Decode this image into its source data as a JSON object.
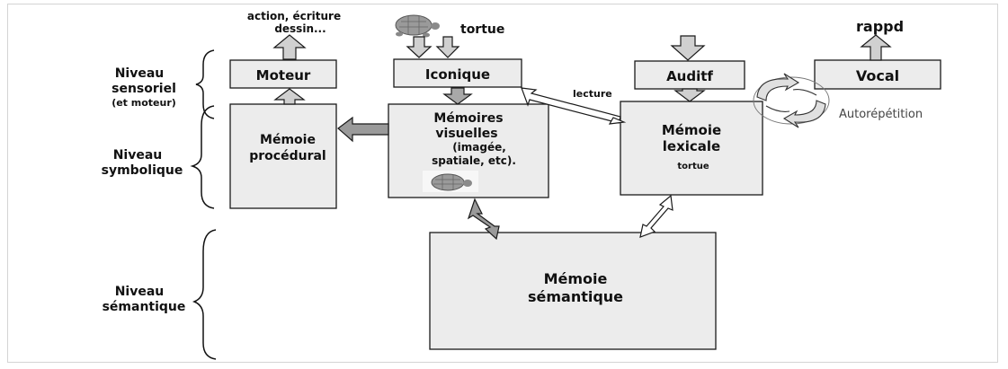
{
  "levels": {
    "sensoriel": {
      "line1": "Niveau",
      "line2": "sensoriel",
      "line3": "(et moteur)"
    },
    "symbolique": {
      "line1": "Niveau",
      "line2": "symbolique"
    },
    "semantique": {
      "line1": "Niveau",
      "line2": "sémantique"
    }
  },
  "boxes": {
    "moteur": "Moteur",
    "iconique": "Iconique",
    "auditif": "Auditf",
    "vocal": "Vocal",
    "procedurale": {
      "line1": "Mémoie",
      "line2": "procédural"
    },
    "visuelles": {
      "line1": "Mémoires",
      "line2": "visuelles",
      "line3": "(imagée,",
      "line4": "spatiale, etc)."
    },
    "lexicale": {
      "line1": "Mémoie",
      "line2": "lexicale",
      "line3": "tortue"
    },
    "semantique": {
      "line1": "Mémoie",
      "line2": "sémantique"
    }
  },
  "labels": {
    "action": "action, écriture",
    "dessin": "dessin...",
    "tortue_top": "tortue",
    "rappel": "rappd",
    "lecture": "lecture",
    "autorepetition": "Autorépétition"
  },
  "icons": [
    "turtle-icon",
    "recycle-icon"
  ],
  "colors": {
    "box_fill": "#ececec",
    "arrow_fill": "#d0d0d0",
    "stroke": "#1a1a1a"
  }
}
